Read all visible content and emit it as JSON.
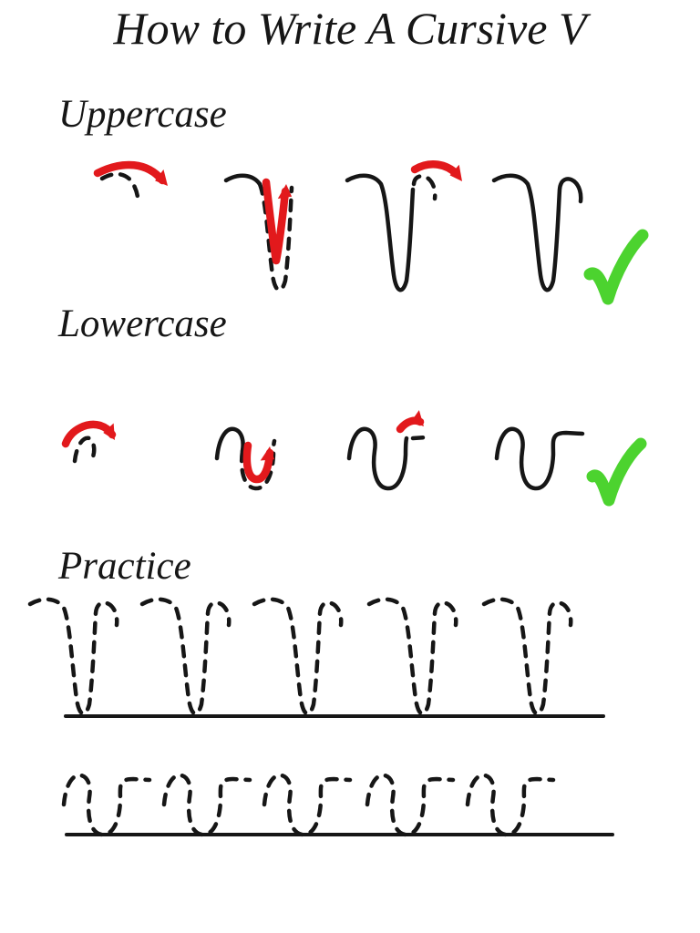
{
  "page": {
    "title": "How to Write A Cursive V",
    "background_color": "#ffffff",
    "ink_color": "#161616",
    "arrow_color": "#e2191c",
    "check_color": "#4cd32f"
  },
  "icons": {
    "direction_arrow": {
      "name": "direction-arrow-icon",
      "shape": "curved red stroke with triangular head",
      "color": "#e2191c"
    },
    "checkmark": {
      "name": "checkmark-icon",
      "shape": "thick green check stroke",
      "color": "#4cd32f"
    }
  },
  "sections": {
    "uppercase": {
      "label": "Uppercase",
      "letter": "V",
      "step_count": 4,
      "steps": [
        {
          "step": 1,
          "shows": "dashed entry stroke with red down-right direction arrow"
        },
        {
          "step": 2,
          "shows": "solid entry stroke, dashed narrow dip with red down-then-up arrow"
        },
        {
          "step": 3,
          "shows": "solid entry and dip, dashed exit hook with red right-curving arrow"
        },
        {
          "step": 4,
          "shows": "completed letter followed by green checkmark"
        }
      ]
    },
    "lowercase": {
      "label": "Lowercase",
      "letter": "v",
      "step_count": 4,
      "steps": [
        {
          "step": 1,
          "shows": "dashed entry hump with red over-arc direction arrow"
        },
        {
          "step": 2,
          "shows": "solid hump, dashed u-dip with red down-then-up arrow"
        },
        {
          "step": 3,
          "shows": "solid hump and dip, dashed exit dash with red right arrow"
        },
        {
          "step": 4,
          "shows": "completed letter followed by green checkmark"
        }
      ]
    },
    "practice": {
      "label": "Practice",
      "lines": [
        {
          "row": 1,
          "letter_case": "uppercase",
          "letter": "V",
          "repetitions": 5,
          "style": "dashed tracing letters on solid baseline"
        },
        {
          "row": 2,
          "letter_case": "lowercase",
          "letter": "v",
          "repetitions": 5,
          "style": "dashed tracing letters on solid baseline"
        }
      ]
    }
  }
}
